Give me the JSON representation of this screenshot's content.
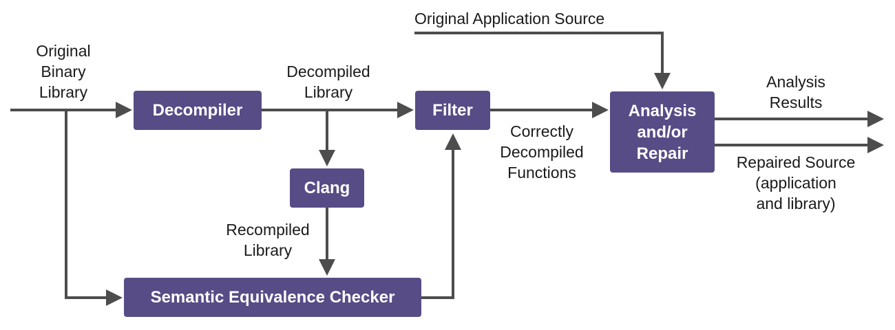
{
  "colors": {
    "box_fill": "#574c86",
    "arrow": "#4d4d4d",
    "text": "#1a1a1a"
  },
  "nodes": {
    "decompiler": "Decompiler",
    "clang": "Clang",
    "filter": "Filter",
    "checker": "Semantic Equivalence Checker",
    "analysis": [
      "Analysis",
      "and/or",
      "Repair"
    ]
  },
  "labels": {
    "original_binary_library": [
      "Original",
      "Binary",
      "Library"
    ],
    "decompiled_library": [
      "Decompiled",
      "Library"
    ],
    "recompiled_library": [
      "Recompiled",
      "Library"
    ],
    "original_application_source": "Original Application Source",
    "correctly_decompiled_functions": [
      "Correctly",
      "Decompiled",
      "Functions"
    ],
    "analysis_results": [
      "Analysis",
      "Results"
    ],
    "repaired_source": [
      "Repaired Source",
      "(application",
      "and library)"
    ]
  }
}
